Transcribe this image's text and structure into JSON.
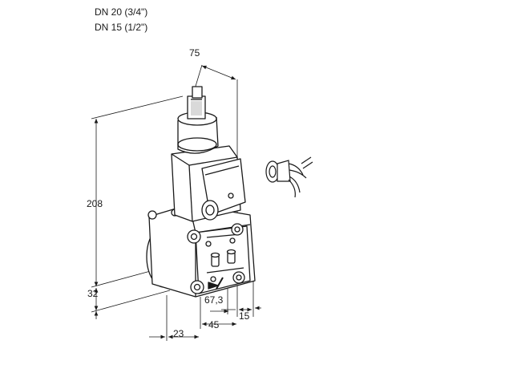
{
  "header": {
    "line1": "DN 20 (3/4\")",
    "line2": "DN 15 (1/2\")"
  },
  "dimensions": {
    "width_top": "75",
    "height_total": "208",
    "height_lower": "32",
    "depth_67": "67,3",
    "offset_15": "15",
    "width_45": "45",
    "offset_23": "23"
  },
  "colors": {
    "line": "#1a1a1a",
    "fill": "#ffffff",
    "shade": "#d9d9d9"
  }
}
